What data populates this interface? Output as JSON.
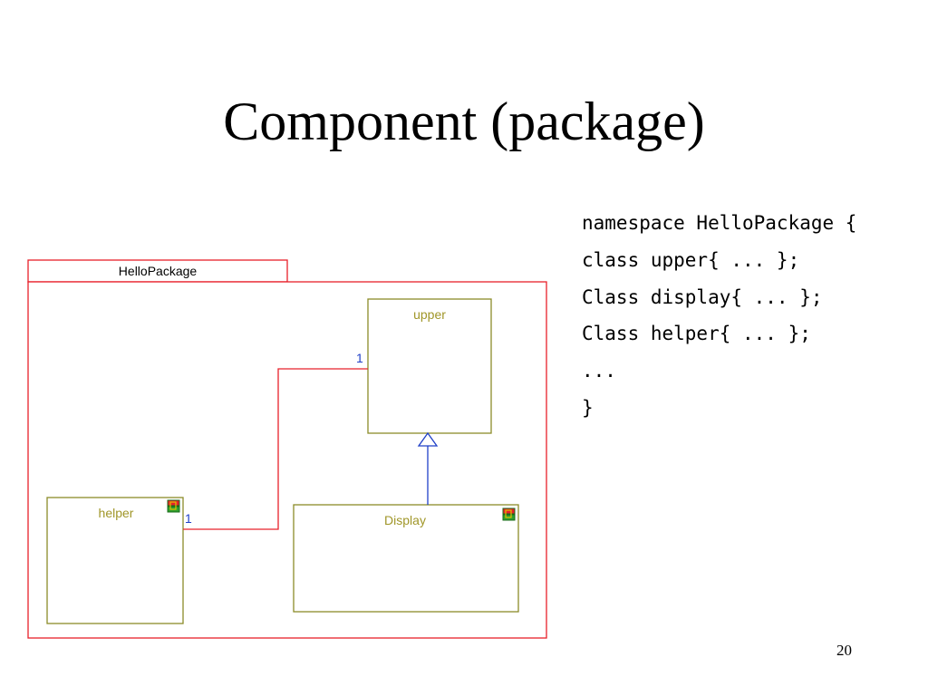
{
  "slide": {
    "title": "Component (package)",
    "page_number": "20"
  },
  "diagram": {
    "package_name": "HelloPackage",
    "classes": {
      "upper": "upper",
      "helper": "helper",
      "display": "Display"
    },
    "association": {
      "multiplicity_upper": "1",
      "multiplicity_helper": "1"
    },
    "colors": {
      "package_border": "#e8202a",
      "class_border": "#8c8c28",
      "class_text": "#a09628",
      "association_line": "#e8202a",
      "generalization_line": "#2040c8",
      "multiplicity_text": "#2040c8"
    },
    "icons": [
      "component-icon",
      "component-icon"
    ]
  },
  "code": {
    "lines": [
      "namespace HelloPackage {",
      "class upper{ ... };",
      "Class display{ ... };",
      "Class helper{ ... };",
      "...",
      "}"
    ]
  }
}
